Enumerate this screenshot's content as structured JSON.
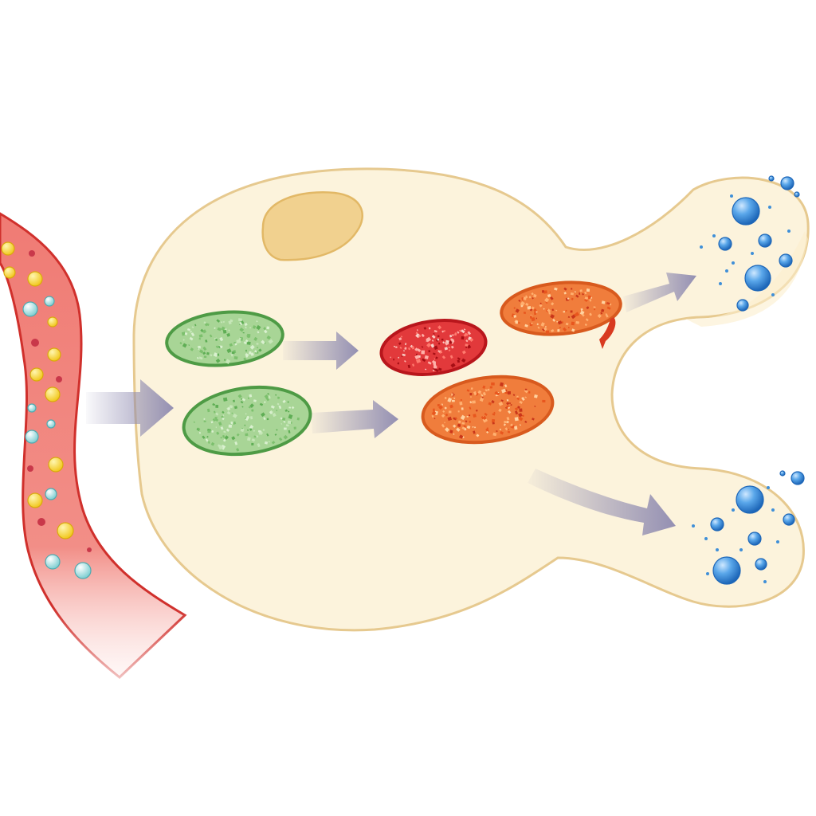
{
  "diagram": {
    "background": "#ffffff",
    "colors": {
      "vessel_fill": "#f07b74",
      "vessel_stroke": "#d0302c",
      "cell_fill": "#fcf3dc",
      "cell_stroke": "#e6c98f",
      "nucleus": "#f1d18f",
      "arrow": "#8e8ab0",
      "vesicle_green": "#a8d596",
      "vesicle_green_edge": "#4e9b45",
      "vesicle_red": "#e2393b",
      "vesicle_red_edge": "#b8161c",
      "vesicle_orange": "#f07d3c",
      "vesicle_orange_edge": "#d85a1e",
      "droplet_blue": "#3f8fd8",
      "particle_yellow": "#f5d53a",
      "particle_teal": "#8fd3d6"
    },
    "elements": [
      {
        "name": "blood-vessel",
        "kind": "vessel"
      },
      {
        "name": "cell-body",
        "kind": "cell"
      },
      {
        "name": "nucleus",
        "kind": "organelle"
      },
      {
        "name": "vesicle-green-1",
        "kind": "vesicle",
        "stage": "green"
      },
      {
        "name": "vesicle-green-2",
        "kind": "vesicle",
        "stage": "green"
      },
      {
        "name": "vesicle-red",
        "kind": "vesicle",
        "stage": "red"
      },
      {
        "name": "vesicle-orange-1",
        "kind": "vesicle",
        "stage": "orange"
      },
      {
        "name": "vesicle-orange-2",
        "kind": "vesicle",
        "stage": "orange"
      },
      {
        "name": "terminal-top",
        "kind": "secretion-terminal"
      },
      {
        "name": "terminal-bottom",
        "kind": "secretion-terminal"
      }
    ],
    "arrows": [
      {
        "name": "arrow-uptake",
        "from": "blood-vessel",
        "to": "cell-body"
      },
      {
        "name": "arrow-green-1-to-red",
        "from": "vesicle-green-1",
        "to": "vesicle-red"
      },
      {
        "name": "arrow-green-2-to-orange",
        "from": "vesicle-green-2",
        "to": "vesicle-orange-2"
      },
      {
        "name": "arrow-orange-to-top-terminal",
        "from": "vesicle-orange-1",
        "to": "terminal-top"
      },
      {
        "name": "arrow-orange-to-bottom-terminal",
        "from": "vesicle-orange-2",
        "to": "terminal-bottom"
      }
    ]
  }
}
